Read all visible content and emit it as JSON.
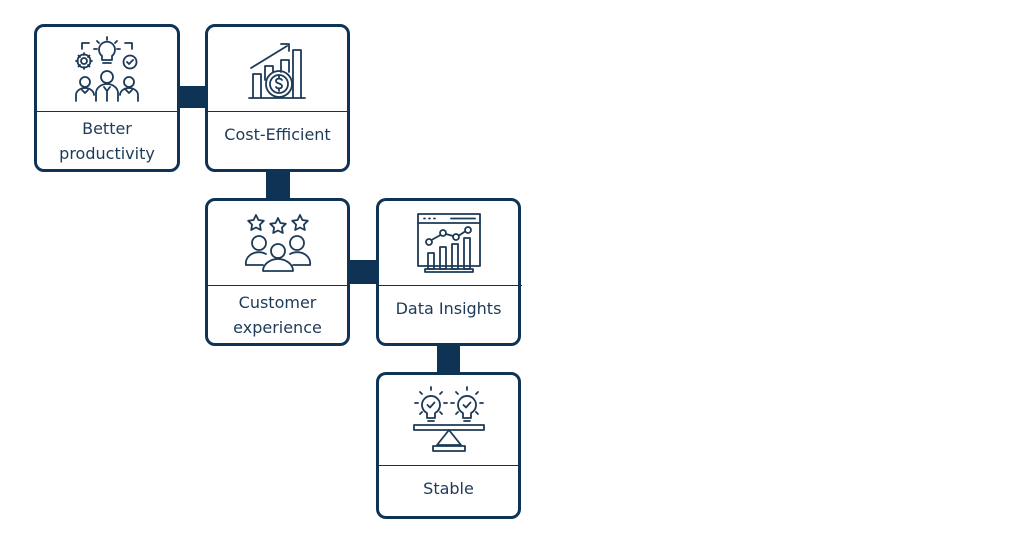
{
  "diagram": {
    "accent_color": "#0f3355",
    "text_color": "#1d3a57",
    "nodes": [
      {
        "id": "better-productivity",
        "label_line1": "Better",
        "label_line2": "productivity",
        "icon": "team-productivity-icon"
      },
      {
        "id": "cost-efficient",
        "label_line1": "Cost-Efficient",
        "icon": "dollar-growth-chart-icon"
      },
      {
        "id": "customer-experience",
        "label_line1": "Customer",
        "label_line2": "experience",
        "icon": "customer-rating-icon"
      },
      {
        "id": "data-insights",
        "label_line1": "Data Insights",
        "icon": "analytics-dashboard-icon"
      },
      {
        "id": "stable",
        "label_line1": "Stable",
        "icon": "balance-scale-ideas-icon"
      }
    ],
    "edges": [
      {
        "from": "better-productivity",
        "to": "cost-efficient"
      },
      {
        "from": "cost-efficient",
        "to": "customer-experience"
      },
      {
        "from": "customer-experience",
        "to": "data-insights"
      },
      {
        "from": "data-insights",
        "to": "stable"
      }
    ]
  }
}
